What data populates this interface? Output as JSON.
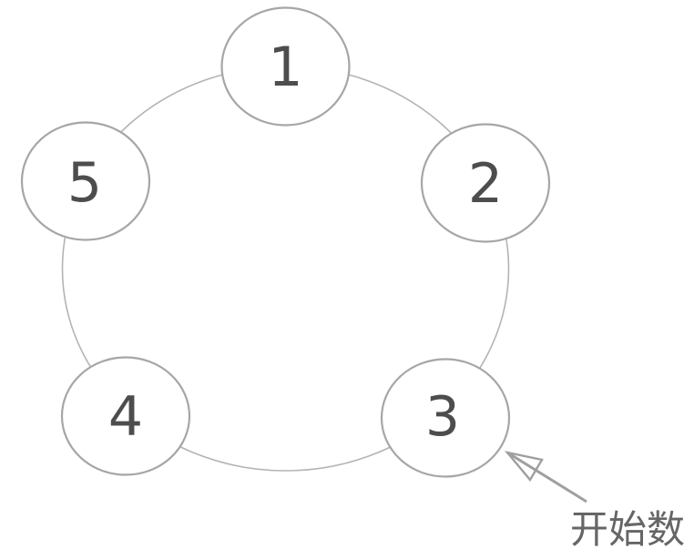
{
  "diagram": {
    "type": "circular-sequence",
    "description": "Five numbered circles arranged clockwise on a ring",
    "nodes": [
      {
        "label": "1",
        "position": "top"
      },
      {
        "label": "2",
        "position": "upper-right"
      },
      {
        "label": "3",
        "position": "lower-right"
      },
      {
        "label": "4",
        "position": "lower-left"
      },
      {
        "label": "5",
        "position": "upper-left"
      }
    ],
    "annotation": {
      "label": "开始数",
      "points_to_node": "3"
    },
    "colors": {
      "background": "#ffffff",
      "ring_stroke": "#b4b4b4",
      "node_stroke": "#a6a6a6",
      "node_fill": "#ffffff",
      "digit": "#4d4d4d",
      "arrow": "#9f9f9f",
      "annotation_text": "#666666"
    }
  }
}
